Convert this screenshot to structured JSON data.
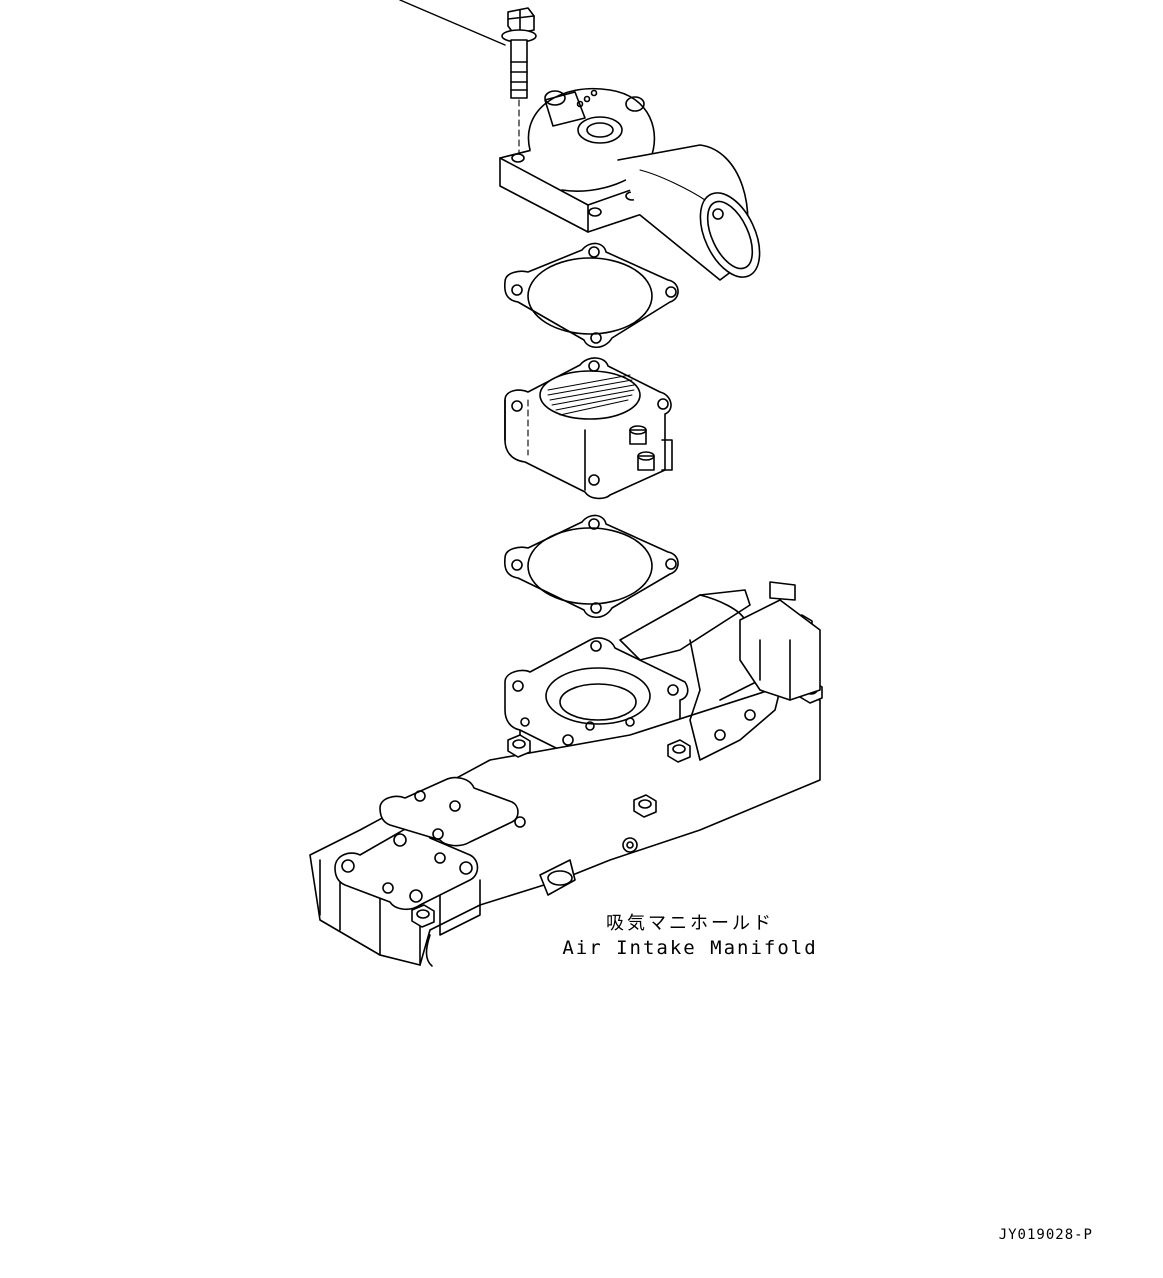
{
  "caption": {
    "japanese": "吸気マニホールド",
    "english": "Air Intake Manifold"
  },
  "drawing_code": "JY019028-P",
  "colors": {
    "line": "#000000",
    "background": "#ffffff"
  }
}
